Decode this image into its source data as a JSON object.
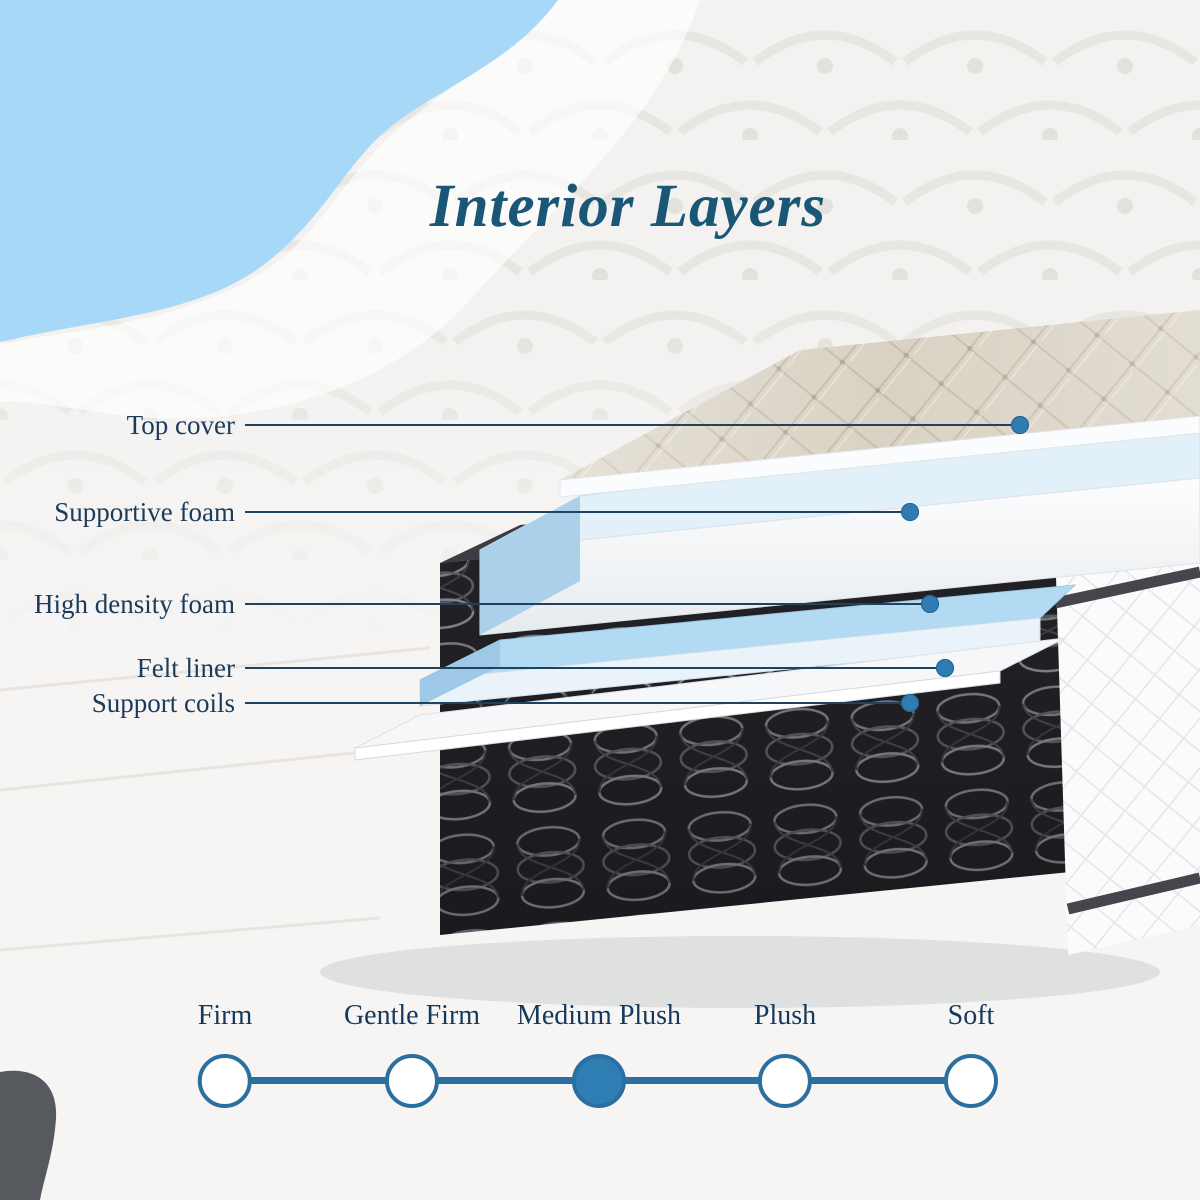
{
  "title": "Interior Layers",
  "colors": {
    "title_text": "#1a5676",
    "label_text": "#1c3a59",
    "callout_dot": "#2f7cb3",
    "scale_line": "#2b6f9f",
    "selected_fill": "#2e7db3",
    "corner_blob_blue": "#a8d8f7",
    "quilt_tan": "#d9d2c4",
    "coil_dark": "#232227"
  },
  "diagram": {
    "layer_labels": [
      {
        "label": "Top cover"
      },
      {
        "label": "Supportive foam"
      },
      {
        "label": "High density foam"
      },
      {
        "label": "Felt liner"
      },
      {
        "label": "Support coils"
      }
    ]
  },
  "firmness_scale": {
    "options": [
      {
        "label": "Firm",
        "selected": false
      },
      {
        "label": "Gentle Firm",
        "selected": false
      },
      {
        "label": "Medium Plush",
        "selected": true
      },
      {
        "label": "Plush",
        "selected": false
      },
      {
        "label": "Soft",
        "selected": false
      }
    ]
  }
}
